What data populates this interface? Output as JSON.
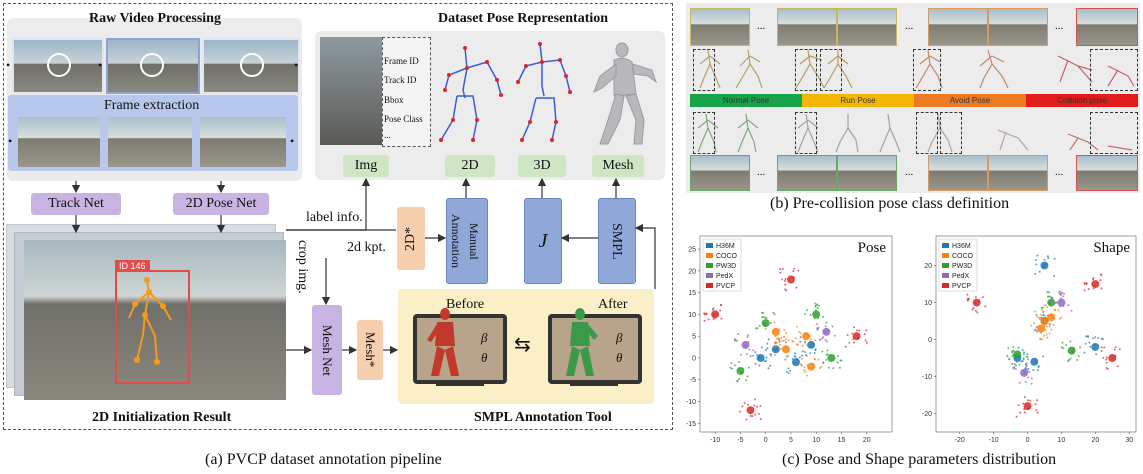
{
  "panel_a": {
    "raw_title": "Raw Video Processing",
    "frame_extraction": "Frame extraction",
    "track_net": "Track Net",
    "pose_net": "2D Pose Net",
    "init_title": "2D Initialization Result",
    "track_id": "ID 146",
    "dataset_title": "Dataset Pose Representation",
    "info_lines": [
      "Frame ID",
      "Track ID",
      "Bbox",
      "Pose Class",
      "..."
    ],
    "out_img": "Img",
    "out_2d": "2D",
    "out_3d": "3D",
    "out_mesh": "Mesh",
    "label_info": "label info.",
    "kpt_2d": "2d kpt.",
    "crop_img": "crop img.",
    "box_2dstar": "2D*",
    "box_manual": "Manual Annotation",
    "box_j": "J",
    "box_smpl": "SMPL",
    "box_meshnet": "Mesh Net",
    "box_meshstar": "Mesh*",
    "before": "Before",
    "after": "After",
    "beta": "β",
    "theta": "θ",
    "tool_title": "SMPL Annotation Tool",
    "caption": "(a) PVCP dataset annotation pipeline"
  },
  "panel_b": {
    "classes": [
      {
        "name": "Normal Pose",
        "color": "#17a34a"
      },
      {
        "name": "Run Pose",
        "color": "#f2b705"
      },
      {
        "name": "Avoid Pose",
        "color": "#ec7a22"
      },
      {
        "name": "Collision pose",
        "color": "#e21b1b"
      }
    ],
    "ellipsis": "...",
    "caption": "(b) Pre-collision pose class definition"
  },
  "panel_c": {
    "legend": [
      {
        "name": "H36M",
        "color": "#1f77b4"
      },
      {
        "name": "COCO",
        "color": "#ff7f0e"
      },
      {
        "name": "PW3D",
        "color": "#2ca02c"
      },
      {
        "name": "PedX",
        "color": "#9467bd"
      },
      {
        "name": "PVCP",
        "color": "#d62728"
      }
    ],
    "caption": "(c) Pose and Shape parameters distribution"
  },
  "chart_data": [
    {
      "type": "scatter",
      "title": "Pose",
      "xticks": [
        "-10",
        "-5",
        "0",
        "5",
        "10",
        "15",
        "20"
      ],
      "yticks": [
        "25",
        "20",
        "15",
        "10",
        "5",
        "0",
        "-5",
        "-10",
        "-15"
      ],
      "xlim": [
        -13,
        25
      ],
      "ylim": [
        -17,
        28
      ],
      "series": [
        {
          "name": "H36M",
          "values": [
            [
              2,
              2
            ],
            [
              6,
              -1
            ],
            [
              -1,
              0
            ],
            [
              9,
              3
            ]
          ]
        },
        {
          "name": "COCO",
          "values": [
            [
              4,
              2
            ],
            [
              8,
              5
            ],
            [
              2,
              6
            ],
            [
              9,
              -2
            ]
          ]
        },
        {
          "name": "PW3D",
          "values": [
            [
              0,
              8
            ],
            [
              13,
              0
            ],
            [
              -5,
              -3
            ],
            [
              10,
              10
            ]
          ]
        },
        {
          "name": "PedX",
          "values": [
            [
              -4,
              3
            ],
            [
              12,
              6
            ]
          ]
        },
        {
          "name": "PVCP",
          "values": [
            [
              -10,
              10
            ],
            [
              18,
              5
            ],
            [
              5,
              18
            ],
            [
              -3,
              -12
            ]
          ]
        }
      ]
    },
    {
      "type": "scatter",
      "title": "Shape",
      "xticks": [
        "-20",
        "-10",
        "0",
        "10",
        "20",
        "30"
      ],
      "yticks": [
        "20",
        "10",
        "0",
        "-10",
        "-20"
      ],
      "xlim": [
        -27,
        32
      ],
      "ylim": [
        -25,
        28
      ],
      "series": [
        {
          "name": "H36M",
          "values": [
            [
              5,
              20
            ],
            [
              5,
              5
            ],
            [
              -3,
              -5
            ],
            [
              2,
              -6
            ],
            [
              20,
              -2
            ]
          ]
        },
        {
          "name": "COCO",
          "values": [
            [
              5,
              5
            ],
            [
              4,
              3
            ],
            [
              7,
              6
            ]
          ]
        },
        {
          "name": "PW3D",
          "values": [
            [
              7,
              10
            ],
            [
              -3,
              -4
            ],
            [
              13,
              -3
            ]
          ]
        },
        {
          "name": "PedX",
          "values": [
            [
              10,
              10
            ],
            [
              -1,
              -9
            ]
          ]
        },
        {
          "name": "PVCP",
          "values": [
            [
              -15,
              10
            ],
            [
              20,
              15
            ],
            [
              0,
              -18
            ],
            [
              25,
              -5
            ]
          ]
        }
      ]
    }
  ]
}
